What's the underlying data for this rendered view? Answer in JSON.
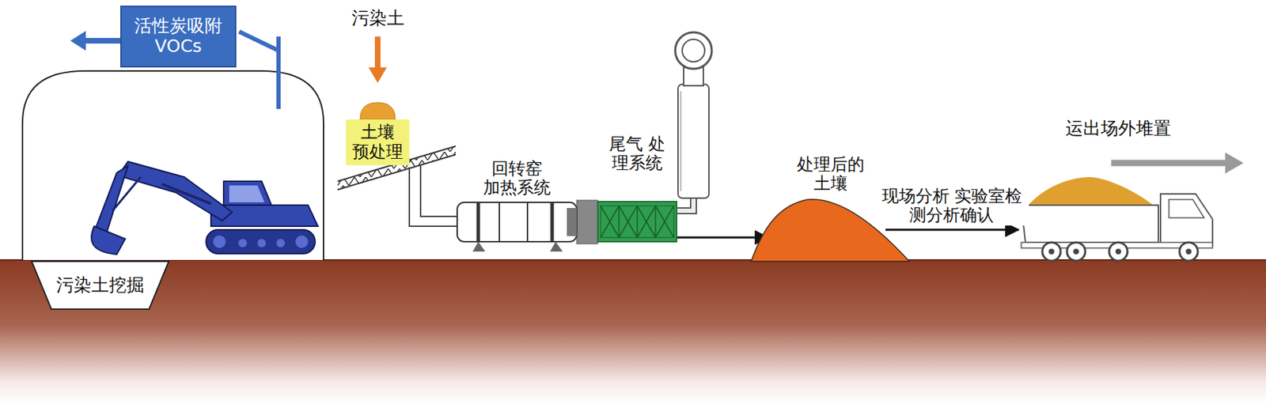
{
  "diagram": {
    "nodes": [
      {
        "text": [
          "活性炭吸附 VOCs"
        ]
      },
      {
        "text": [
          "污染土挖掘"
        ]
      },
      {
        "text": [
          "土壤 预处理"
        ]
      },
      {
        "text": [
          "回转窑 加热系统"
        ]
      },
      {
        "text": [
          "尾气 处理系统"
        ]
      },
      {
        "text": [
          "处理后的 土壤"
        ]
      },
      {
        "text": [
          "运出场外堆置"
        ]
      }
    ],
    "edges": [
      {
        "from": 4,
        "to": 5,
        "arrow": "to"
      },
      {
        "from": 5,
        "to": 6,
        "label": "现场分析 实验室检测分析确认",
        "arrow": "to"
      }
    ],
    "labels": [
      "污染土"
    ]
  }
}
